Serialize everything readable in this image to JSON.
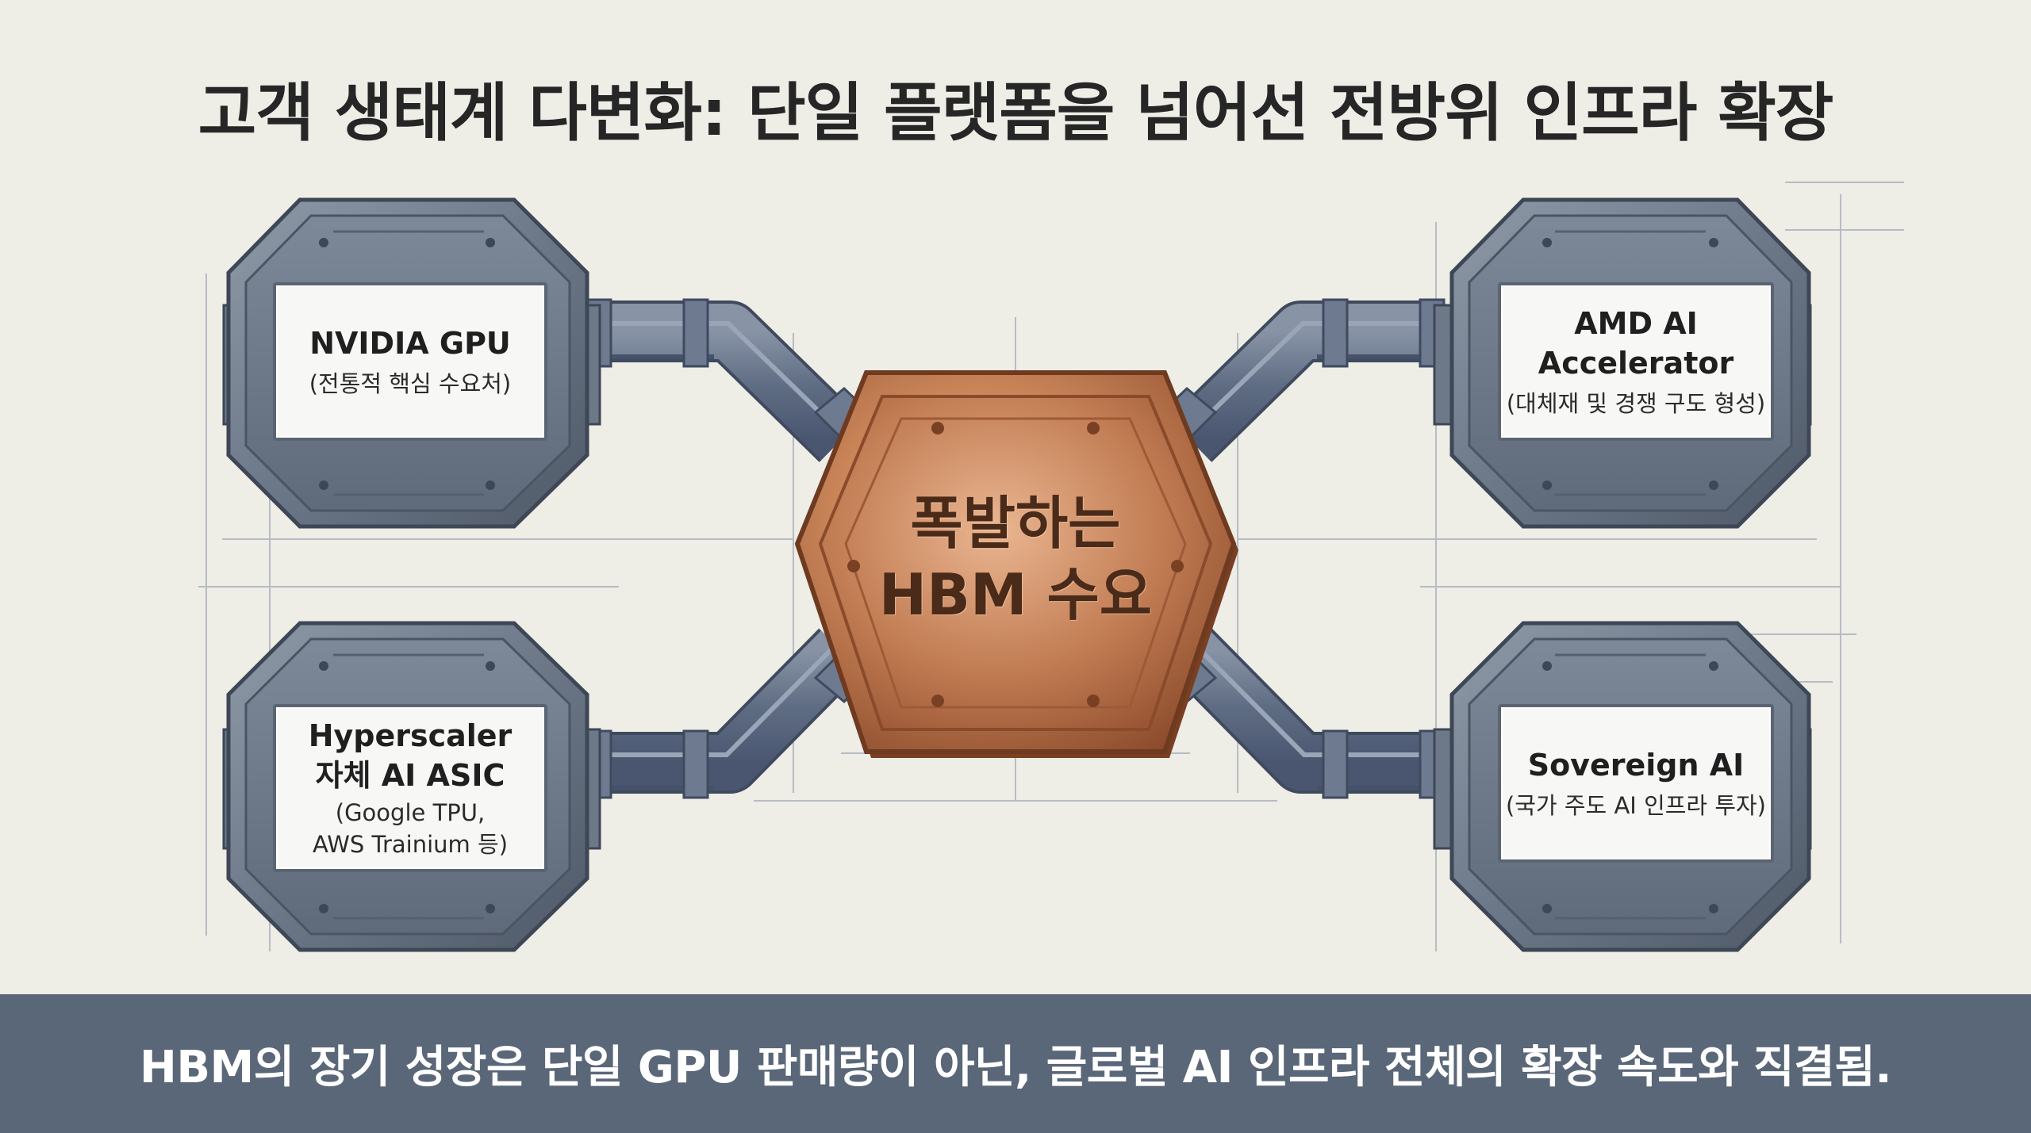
{
  "title": "고객 생태계 다변화: 단일 플랫폼을 넘어선 전방위 인프라 확장",
  "center": {
    "line1": "폭발하는",
    "line2": "HBM 수요"
  },
  "nodes": {
    "nvidia": {
      "title": "NVIDIA GPU",
      "sub": "(전통적 핵심 수요처)"
    },
    "amd": {
      "title1": "AMD AI",
      "title2": "Accelerator",
      "sub": "(대체재 및 경쟁 구도 형성)"
    },
    "hyperscaler": {
      "title1": "Hyperscaler",
      "title2": "자체 AI ASIC",
      "sub1": "(Google TPU,",
      "sub2": "AWS Trainium 등)"
    },
    "sovereign": {
      "title": "Sovereign AI",
      "sub": "(국가 주도 AI 인프라 투자)"
    }
  },
  "footer": "HBM의 장기 성장은 단일 GPU 판매량이 아닌, 글로벌 AI 인프라 전체의 확장 속도와 직결됨.",
  "colors": {
    "background": "#eeede6",
    "module_metal": "#6f7b8b",
    "pipe": "#66758c",
    "copper": "#b8704a",
    "footer_band": "#5a6778",
    "blueprint_line": "#b7bcc4"
  }
}
